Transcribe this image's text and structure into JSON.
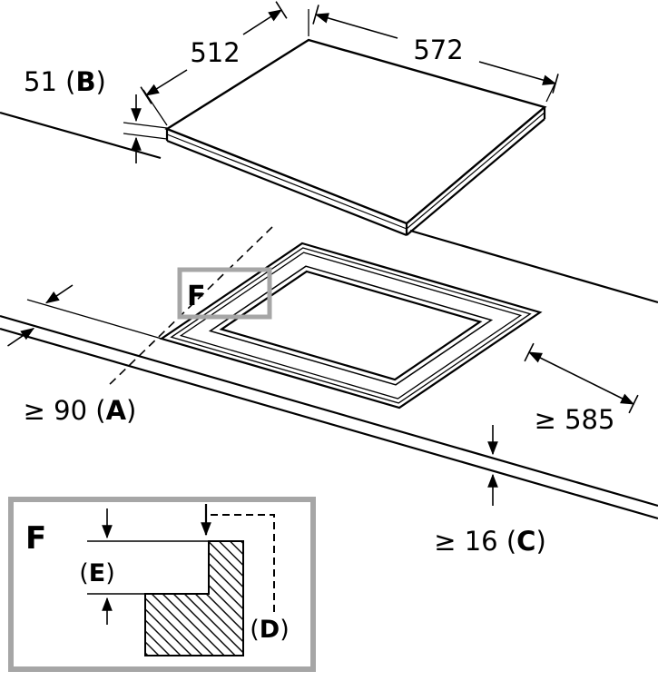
{
  "dims": {
    "hob_depth": "512",
    "hob_width": "572",
    "hob_height": {
      "pre": "51 (",
      "key": "B",
      "post": ")"
    },
    "front_clearance": {
      "pre": "≥ 90 (",
      "key": "A",
      "post": ")"
    },
    "worktop_depth": "≥ 585",
    "worktop_thickness": {
      "pre": "≥ 16 (",
      "key": "C",
      "post": ")"
    },
    "detail_step": {
      "pre": "(",
      "key": "E",
      "post": ")"
    },
    "detail_offset": {
      "pre": "(",
      "key": "D",
      "post": ")"
    }
  },
  "detail": {
    "marker": "F",
    "title": "F"
  },
  "colors": {
    "line": "#000000",
    "highlight_box": "#a6a6a6",
    "background": "#ffffff"
  }
}
